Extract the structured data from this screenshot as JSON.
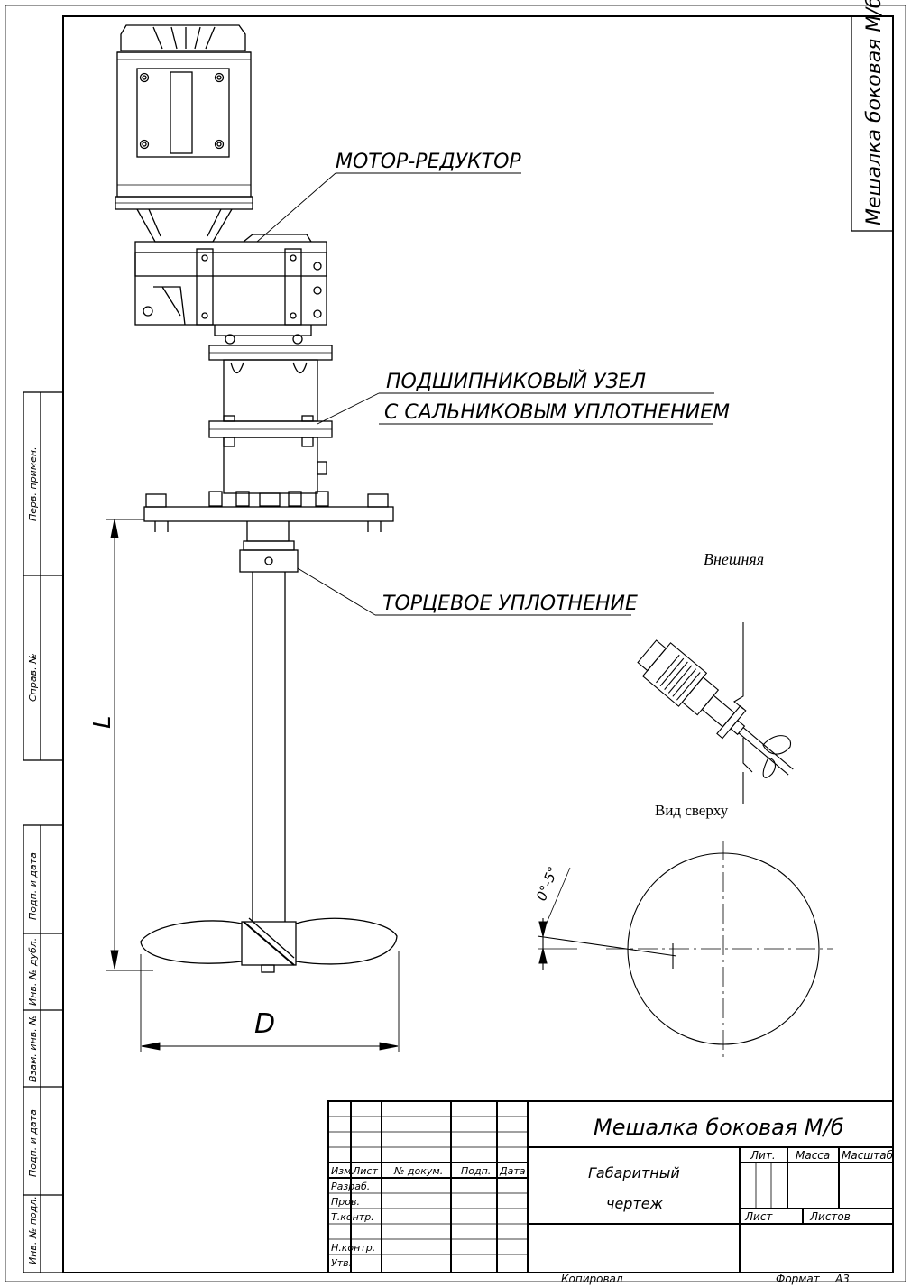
{
  "side_title": "Мешалка боковая М/б",
  "labels": {
    "motor": "МОТОР-РЕДУКТОР",
    "bearing_1": "ПОДШИПНИКОВЫЙ УЗЕЛ",
    "bearing_2": "С САЛЬНИКОВЫМ УПЛОТНЕНИЕМ",
    "seal": "ТОРЦЕВОЕ УПЛОТНЕНИЕ"
  },
  "dims": {
    "length": "L",
    "diameter": "D",
    "angle": "0°-5°"
  },
  "views": {
    "external": "Внешняя",
    "top": "Вид сверху"
  },
  "left_strip": {
    "perv_primen": "Перв. примен.",
    "sprav": "Справ. №",
    "podp_data_1": "Подп. и дата",
    "inv_dubl": "Инв. № дубл.",
    "vzam_inv": "Взам. инв. №",
    "podp_data_2": "Подп. и дата",
    "inv_podl": "Инв. № подл."
  },
  "title_block": {
    "name": "Мешалка боковая М/б",
    "doc_line1": "Габаритный",
    "doc_line2": "чертеж",
    "col_izm": "Изм.",
    "col_list": "Лист",
    "col_dokum": "№ докум.",
    "col_podp": "Подп.",
    "col_data": "Дата",
    "razrab": "Разраб.",
    "prov": "Пров.",
    "tkontr": "Т.контр.",
    "nkontr": "Н.контр.",
    "utv": "Утв.",
    "lit": "Лит.",
    "massa": "Масса",
    "masshtab": "Масштаб",
    "list": "Лист",
    "listov": "Листов"
  },
  "footer": {
    "copied": "Копировал",
    "format_label": "Формат",
    "format_value": "А3"
  }
}
